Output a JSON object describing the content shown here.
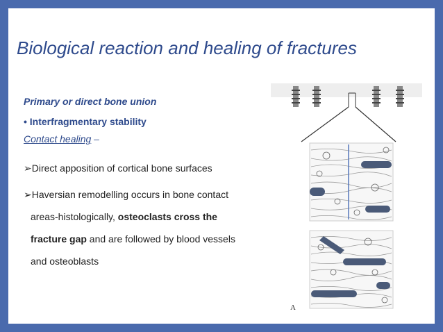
{
  "title": "Biological reaction and healing of fractures",
  "content": {
    "subheading": "Primary or direct bone union",
    "bullet_mark": "•",
    "bullet_text": "Interfragmentary stability",
    "contact_label": "Contact healing",
    "contact_dash": " –",
    "arrow": "➢",
    "point1": "Direct apposition of cortical bone surfaces",
    "point2_line1": "Haversian remodelling occurs in bone contact",
    "point2_line2_plain": "areas-histologically, ",
    "point2_line2_bold": "osteoclasts cross the",
    "point2_line3_bold": "fracture gap",
    "point2_line3_plain": " and are followed by blood vessels",
    "point2_line4": "and osteoblasts"
  },
  "figure": {
    "label": "A"
  },
  "colors": {
    "frame": "#4a6aad",
    "heading": "#2e4a8c",
    "osteoclast": "#4a5a78"
  }
}
